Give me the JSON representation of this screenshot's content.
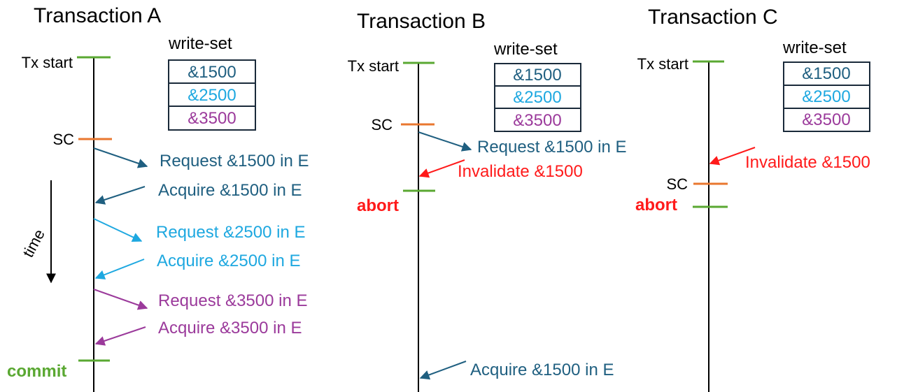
{
  "colors": {
    "dark_blue": "#1f5f80",
    "light_blue": "#1ea8e0",
    "purple": "#9b3a9b",
    "red": "#ff1a1a",
    "green": "#5aa832",
    "orange": "#e9772f",
    "black": "#000000"
  },
  "transactions": {
    "a": {
      "title": "Transaction A",
      "tx_start": "Tx start",
      "sc": "SC",
      "status": "commit",
      "write_set_label": "write-set",
      "write_set": [
        "&1500",
        "&2500",
        "&3500"
      ],
      "time_label": "time",
      "messages": [
        "Request &1500 in E",
        "Acquire &1500 in E",
        "Request &2500 in E",
        "Acquire &2500 in E",
        "Request &3500 in E",
        "Acquire &3500 in E"
      ]
    },
    "b": {
      "title": "Transaction B",
      "tx_start": "Tx start",
      "sc": "SC",
      "status": "abort",
      "write_set_label": "write-set",
      "write_set": [
        "&1500",
        "&2500",
        "&3500"
      ],
      "messages": [
        "Request &1500 in E",
        "Invalidate &1500",
        "Acquire &1500 in E"
      ]
    },
    "c": {
      "title": "Transaction C",
      "tx_start": "Tx start",
      "sc": "SC",
      "status": "abort",
      "write_set_label": "write-set",
      "write_set": [
        "&1500",
        "&2500",
        "&3500"
      ],
      "messages": [
        "Invalidate &1500"
      ]
    }
  }
}
